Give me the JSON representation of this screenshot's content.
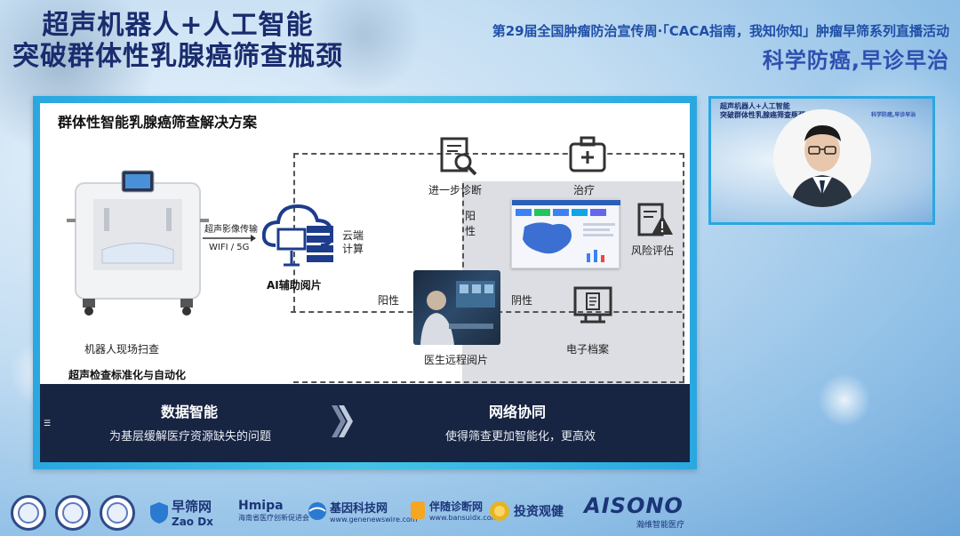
{
  "header": {
    "main_title_line1": "超声机器人+人工智能",
    "main_title_line2": "突破群体性乳腺癌筛查瓶颈",
    "event_title": "第29届全国肿瘤防治宣传周·「CACA指南，我知你知」肿瘤早筛系列直播活动",
    "slogan": "科学防癌,早诊早治"
  },
  "slide": {
    "title": "群体性智能乳腺癌筛查解决方案",
    "robot_caption": "机器人现场扫查",
    "robot_standard": "超声检查标准化与自动化",
    "transmit_label": "超声影像传输",
    "wifi_label": "WIFI / 5G",
    "ai_label": "AI辅助阅片",
    "cloud_label_1": "云端",
    "cloud_label_2": "计算",
    "further_diagnosis": "进一步诊断",
    "treatment": "治疗",
    "positive_v1": "阳",
    "positive_v2": "性",
    "risk_assessment": "风险评估",
    "positive_h": "阳性",
    "negative_h": "阴性",
    "doctor_caption": "医生远程阅片",
    "e_file": "电子档案"
  },
  "bottom_bar": {
    "left_title": "数据智能",
    "left_sub": "为基层缓解医疗资源缺失的问题",
    "right_title": "网络协同",
    "right_sub": "使得筛查更加智能化，更高效",
    "menu_glyph": "☰"
  },
  "presenter": {
    "title_line1": "超声机器人+人工智能",
    "title_line2": "突破群体性乳腺癌筛查瓶颈",
    "slogan": "科学防癌,早诊早治"
  },
  "logos": {
    "zaodx_cn": "早筛网",
    "zaodx_en": "Zao Dx",
    "hmipa": "Hmipa",
    "hmipa_sub": "海南省医疗创新促进会",
    "genenews": "基因科技网",
    "genenews_sub": "www.genenewswire.com",
    "bansuidx": "伴随诊断网",
    "bansuidx_sub": "www.bansuidx.com",
    "touzi": "投资观健",
    "aisono": "AISONO",
    "aisono_sub": "瀚维智能医疗"
  },
  "colors": {
    "frame_accent": "#2aa7e0",
    "bottom_bar": "#172442",
    "title_navy": "#1a2c6e",
    "event_blue": "#1f50a8"
  }
}
